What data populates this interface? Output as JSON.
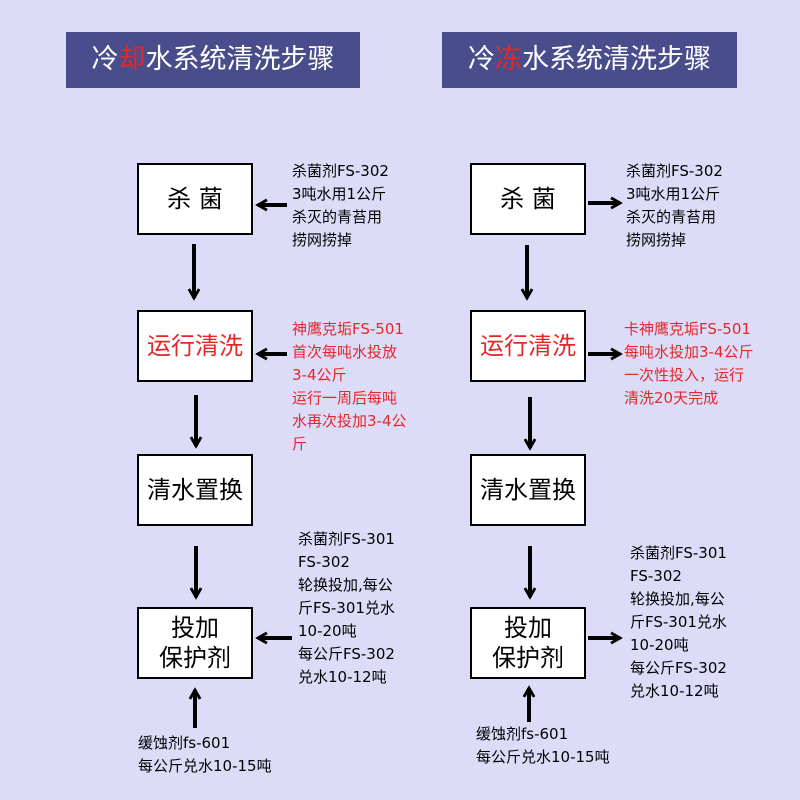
{
  "left": {
    "title_pre": "冷",
    "title_highlight": "却",
    "title_post": "水系统清洗步骤",
    "steps": [
      {
        "label": "杀 菌"
      },
      {
        "label": "运行清洗"
      },
      {
        "label": "清水置换"
      },
      {
        "label_line1": "投加",
        "label_line2": "保护剂"
      }
    ],
    "notes": {
      "sterilize": [
        "杀菌剂FS-302",
        "3吨水用1公斤",
        "杀灭的青苔用",
        "捞网捞掉"
      ],
      "cleaning": [
        "神鹰克垢FS-501",
        "首次每吨水投放",
        "3-4公斤",
        "运行一周后每吨",
        "水再次投加3-4公",
        "斤"
      ],
      "protect": [
        "杀菌剂FS-301",
        "FS-302",
        "轮换投加,每公",
        "斤FS-301兑水",
        "10-20吨",
        "每公斤FS-302",
        "兑水10-12吨"
      ],
      "inhibitor": [
        "缓蚀剂fs-601",
        "每公斤兑水10-15吨"
      ]
    }
  },
  "right": {
    "title_pre": "冷",
    "title_highlight": "冻",
    "title_post": "水系统清洗步骤",
    "steps": [
      {
        "label": "杀 菌"
      },
      {
        "label": "运行清洗"
      },
      {
        "label": "清水置换"
      },
      {
        "label_line1": "投加",
        "label_line2": "保护剂"
      }
    ],
    "notes": {
      "sterilize": [
        "杀菌剂FS-302",
        "3吨水用1公斤",
        "杀灭的青苔用",
        "捞网捞掉"
      ],
      "cleaning": [
        "卡神鹰克垢FS-501",
        "每吨水投加3-4公斤",
        "一次性投入，运行",
        "清洗20天完成"
      ],
      "protect": [
        "杀菌剂FS-301",
        "FS-302",
        "轮换投加,每公",
        "斤FS-301兑水",
        "10-20吨",
        "每公斤FS-302",
        "兑水10-12吨"
      ],
      "inhibitor": [
        "缓蚀剂fs-601",
        "每公斤兑水10-15吨"
      ]
    }
  },
  "colors": {
    "background": "#dcdcf8",
    "banner": "#4a4d8c",
    "highlight": "#e3282a"
  }
}
